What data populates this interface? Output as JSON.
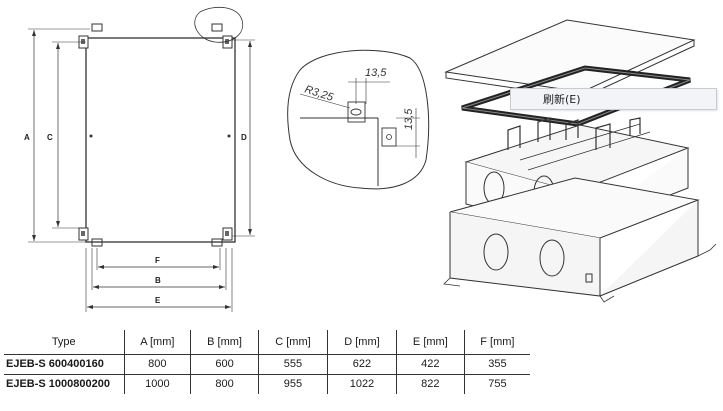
{
  "drawing": {
    "front_view_labels": {
      "a": "A",
      "b": "B",
      "c": "C",
      "d": "D",
      "e": "E",
      "f": "F"
    },
    "detail_labels": {
      "radius": "R3,25",
      "dim_h": "13,5",
      "dim_v": "13,5"
    }
  },
  "context_menu": {
    "refresh_label": "刷新(E)"
  },
  "table": {
    "headers": [
      "Type",
      "A [mm]",
      "B [mm]",
      "C [mm]",
      "D [mm]",
      "E [mm]",
      "F [mm]"
    ],
    "rows": [
      [
        "EJEB-S 600400160",
        "800",
        "600",
        "555",
        "622",
        "422",
        "355"
      ],
      [
        "EJEB-S 1000800200",
        "1000",
        "800",
        "955",
        "1022",
        "822",
        "755"
      ]
    ]
  }
}
